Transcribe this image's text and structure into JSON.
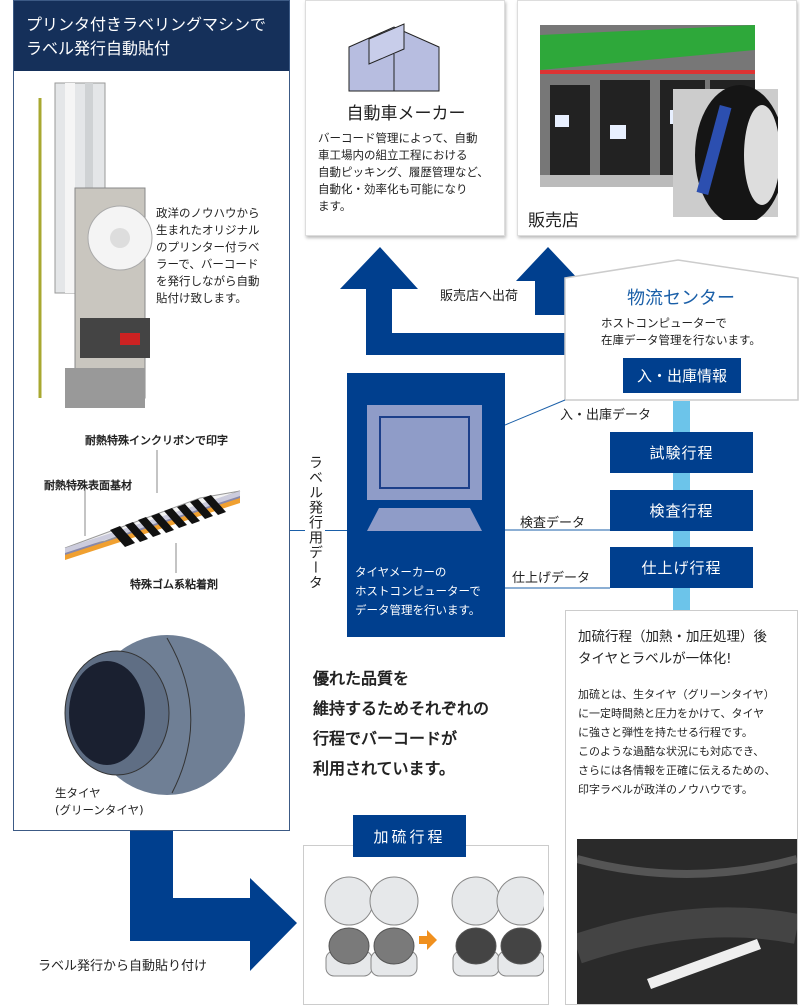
{
  "left_panel": {
    "title_line1": "プリンタ付きラベリングマシンで",
    "title_line2": "ラベル発行自動貼付",
    "machine_description": [
      "政洋のノウハウから",
      "生まれたオリジナル",
      "のプリンター付ラベ",
      "ラーで、バーコード",
      "を発行しながら自動",
      "貼付け致します。"
    ],
    "label_parts": {
      "ink_ribbon": "耐熱特殊インクリボンで印字",
      "surface": "耐熱特殊表面基材",
      "adhesive": "特殊ゴム系粘着剤"
    },
    "green_tire_caption1": "生タイヤ",
    "green_tire_caption2": "(グリーンタイヤ)"
  },
  "label_data_text": "ラベル発行用データ",
  "car_maker": {
    "title": "自動車メーカー",
    "description": [
      "バーコード管理によって、自動",
      "車工場内の組立工程における",
      "自動ピッキング、履歴管理など、",
      "自動化・効率化も可能になり",
      "ます。"
    ]
  },
  "store": {
    "title": "販売店"
  },
  "ship_to_store": "販売店へ出荷",
  "logistics": {
    "title": "物流センター",
    "description": [
      "ホストコンピューターで",
      "在庫データ管理を行ないます。"
    ],
    "info_button": "入・出庫情報"
  },
  "data_labels": {
    "inout": "入・出庫データ",
    "inspection": "検査データ",
    "finishing": "仕上げデータ"
  },
  "processes": [
    "試験行程",
    "検査行程",
    "仕上げ行程"
  ],
  "host_computer": {
    "description": [
      "タイヤメーカーの",
      "ホストコンピューターで",
      "データ管理を行います。"
    ]
  },
  "quality_message": [
    "優れた品質を",
    "維持するためそれぞれの",
    "行程でバーコードが",
    "利用されています。"
  ],
  "vulcanization": {
    "title": "加硫行程",
    "info_title": [
      "加硫行程（加熱・加圧処理）後",
      "タイヤとラベルが一体化!"
    ],
    "info_body": [
      "加硫とは、生タイヤ（グリーンタイヤ）",
      "に一定時間熱と圧力をかけて、タイヤ",
      "に強さと弾性を持たせる行程です。",
      "このような過酷な状況にも対応でき、",
      "さらには各情報を正確に伝えるための、",
      "印字ラベルが政洋のノウハウです。"
    ]
  },
  "auto_apply_text": "ラベル発行から自動貼り付け",
  "colors": {
    "navy": "#003f8e",
    "header": "#15305a",
    "accent_blue": "#1a5fa8",
    "flow_line": "#6cc4ea",
    "arrow_orange": "#f0901e"
  }
}
